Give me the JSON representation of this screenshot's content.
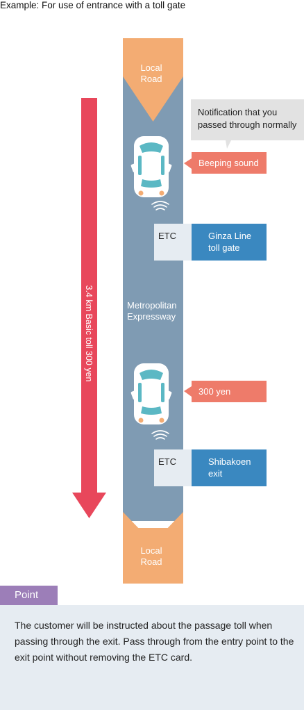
{
  "title": "Example: For use of entrance with a toll gate",
  "road": {
    "top_label": "Local\nRoad",
    "bottom_label": "Local\nRoad",
    "expressway_label": "Metropolitan\nExpressway"
  },
  "distance_label": "3.4 km Basic toll 300 yen",
  "notification": "Notification that you\npassed through normally",
  "beeping": "Beeping sound",
  "gate1": {
    "etc": "ETC",
    "name": "Ginza Line\ntoll gate"
  },
  "amount": "300 yen",
  "gate2": {
    "etc": "ETC",
    "name": "Shibakoen\nexit"
  },
  "point": {
    "tag": "Point",
    "text": "The customer will be instructed about the passage toll when passing through the exit. Pass through from the entry point to the exit point without removing the ETC card."
  },
  "colors": {
    "road": "#7f9bb3",
    "local_road": "#f3ac73",
    "arrow": "#e8475b",
    "callout_red": "#ee7b6a",
    "gate_blue": "#3a88c0",
    "point_purple": "#9c7eb8",
    "point_bg": "#e6ecf2"
  },
  "icons": [
    "car-icon",
    "signal-waves-icon"
  ]
}
